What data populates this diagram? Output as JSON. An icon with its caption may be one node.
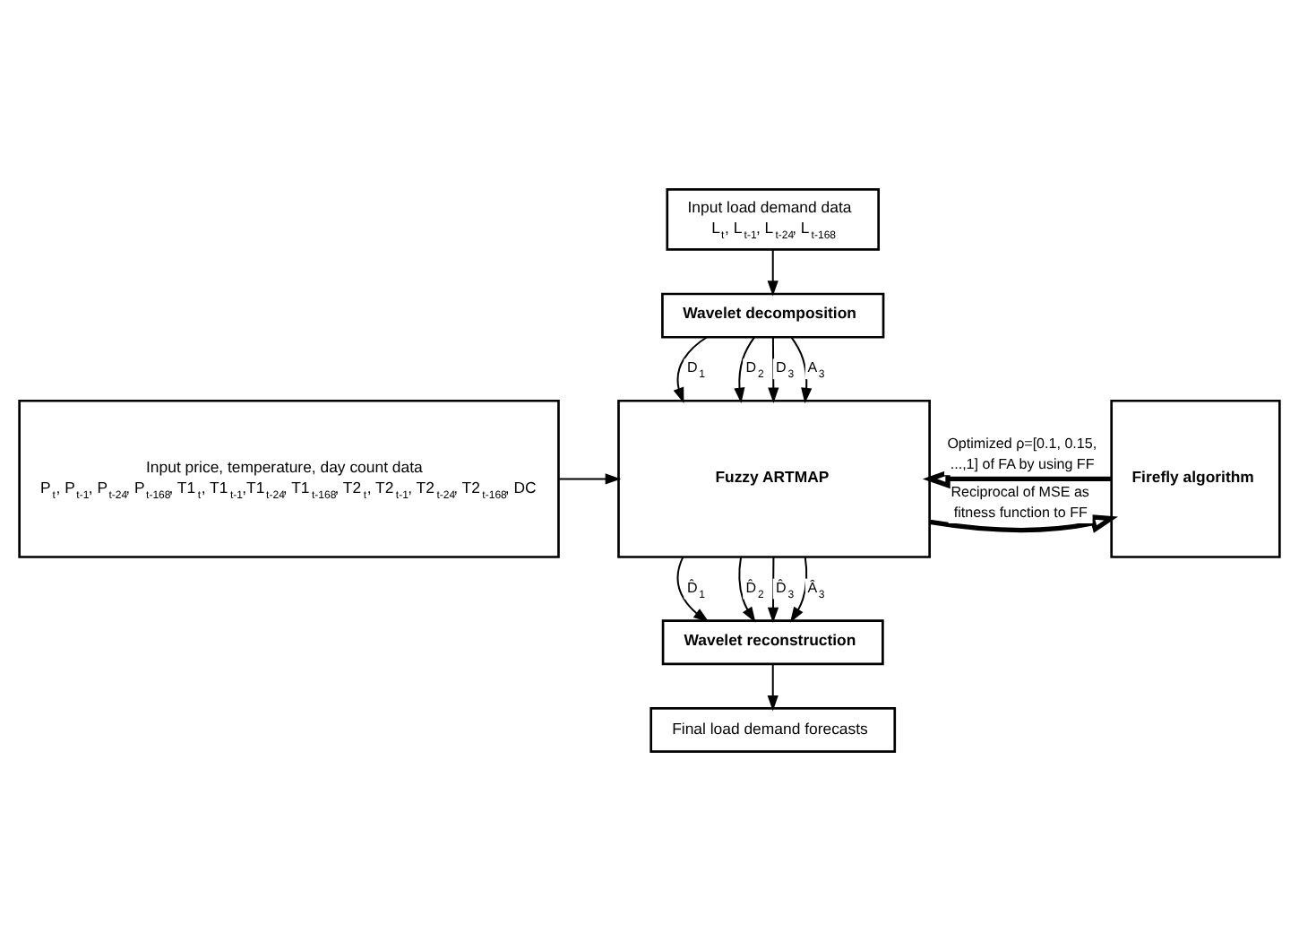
{
  "diagram": {
    "nodes": [
      {
        "text": [
          "Input load demand data",
          "L$_{t}$, L$_{t-1}$, L$_{t-24}$, L$_{t-168}$"
        ]
      },
      {
        "text": [
          "Wavelet decomposition"
        ]
      },
      {
        "text": [
          "Input price, temperature, day count data",
          "P$_{t}$, P$_{t-1}$, P$_{t-24}$, P$_{t-168}$, T1$_{t}$, T1$_{t-1}$,T1$_{t-24}$, T1$_{t-168}$, T2$_{t}$, T2$_{t-1}$, T2$_{t-24}$, T2$_{t-168}$, DC"
        ]
      },
      {
        "text": [
          "Fuzzy ARTMAP"
        ]
      },
      {
        "text": [
          "Firefly algorithm"
        ]
      },
      {
        "text": [
          "Wavelet reconstruction"
        ]
      },
      {
        "text": [
          "Final load demand forecasts"
        ]
      }
    ],
    "edges": [
      {
        "from": 0,
        "to": 1,
        "arrow": "to"
      },
      {
        "from": 1,
        "to": 3,
        "arrow": "to",
        "label": "D$_{1}$"
      },
      {
        "from": 1,
        "to": 3,
        "arrow": "to",
        "label": "D$_{2}$"
      },
      {
        "from": 1,
        "to": 3,
        "arrow": "to",
        "label": "D$_{3}$"
      },
      {
        "from": 1,
        "to": 3,
        "arrow": "to",
        "label": "A$_{3}$"
      },
      {
        "from": 2,
        "to": 3,
        "arrow": "to"
      },
      {
        "from": 3,
        "to": 4,
        "arrow": "to",
        "style": "thick",
        "label": "Reciprocal of MSE as fitness function to FF"
      },
      {
        "from": 4,
        "to": 3,
        "arrow": "to",
        "style": "thick",
        "label": "Optimized ρ=[0.1, 0.15, ...,1] of FA by using FF"
      },
      {
        "from": 3,
        "to": 5,
        "arrow": "to",
        "label": "D̂$_{1}$"
      },
      {
        "from": 3,
        "to": 5,
        "arrow": "to",
        "label": "D̂$_{2}$"
      },
      {
        "from": 3,
        "to": 5,
        "arrow": "to",
        "label": "D̂$_{3}$"
      },
      {
        "from": 3,
        "to": 5,
        "arrow": "to",
        "label": "Â$_{3}$"
      },
      {
        "from": 5,
        "to": 6,
        "arrow": "to"
      }
    ]
  }
}
